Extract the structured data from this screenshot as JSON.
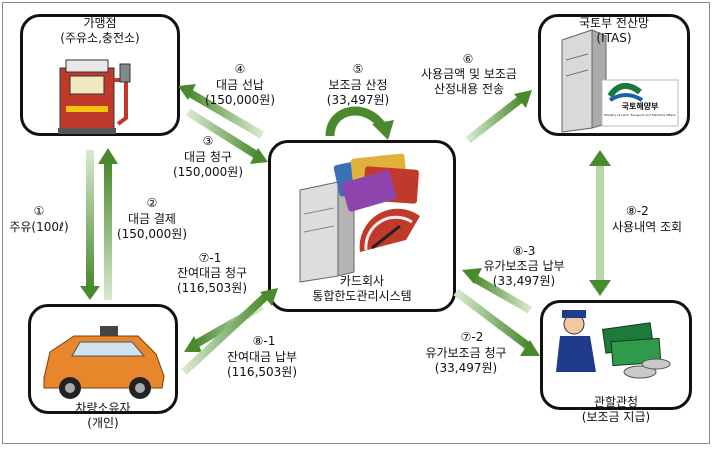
{
  "nodes": {
    "station": {
      "title": "가맹점",
      "subtitle": "(주유소,충전소)"
    },
    "ministry": {
      "title": "국토부 전산망",
      "subtitle": "(ITAS)",
      "logo_text": "국토해양부",
      "logo_subtext": "Ministry of Land, Transport and Maritime Affairs"
    },
    "card": {
      "title": "카드회사",
      "subtitle": "통합한도관리시스템"
    },
    "owner": {
      "title": "차량소유자",
      "subtitle": "(개인)"
    },
    "office": {
      "title": "관할관청",
      "subtitle": "(보조금 지급)"
    }
  },
  "steps": {
    "s1": {
      "num": "①",
      "label": "주유(100ℓ)"
    },
    "s2": {
      "num": "②",
      "label": "대금 결제",
      "amount": "(150,000원)"
    },
    "s3": {
      "num": "③",
      "label": "대금 청구",
      "amount": "(150,000원)"
    },
    "s4": {
      "num": "④",
      "label": "대금 선납",
      "amount": "(150,000원)"
    },
    "s5": {
      "num": "⑤",
      "label": "보조금 산정",
      "amount": "(33,497원)"
    },
    "s6": {
      "num": "⑥",
      "label": "사용금액 및 보조금",
      "label2": "산정내용 전송"
    },
    "s7_1": {
      "num": "⑦-1",
      "label": "잔여대금 청구",
      "amount": "(116,503원)"
    },
    "s7_2": {
      "num": "⑦-2",
      "label": "유가보조금 청구",
      "amount": "(33,497원)"
    },
    "s8_1": {
      "num": "⑧-1",
      "label": "잔여대금 납부",
      "amount": "(116,503원)"
    },
    "s8_2": {
      "num": "⑧-2",
      "label": "사용내역 조회"
    },
    "s8_3": {
      "num": "⑧-3",
      "label": "유가보조금 납부",
      "amount": "(33,497원)"
    }
  },
  "colors": {
    "arrow_dark": "#4a8a2e",
    "arrow_light": "#c6dfb4",
    "border": "#111111"
  }
}
